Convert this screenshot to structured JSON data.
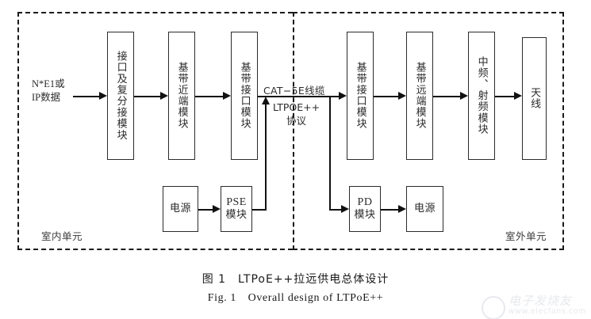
{
  "figure": {
    "caption_cn": "图 1　LTPoE++拉远供电总体设计",
    "caption_en": "Fig. 1　Overall design of LTPoE++"
  },
  "units": {
    "indoor": {
      "label": "室内单元"
    },
    "outdoor": {
      "label": "室外单元"
    }
  },
  "input": {
    "line1": "N*E1或",
    "line2": "IP数据"
  },
  "link": {
    "cable": "CAT−5E线缆",
    "protocol_line1": "LTPOE++",
    "protocol_line2": "协议"
  },
  "blocks": {
    "interface_mux": {
      "label": "接口及复分接模块"
    },
    "baseband_near": {
      "label": "基带近端模块"
    },
    "baseband_if_indoor": {
      "label": "基带接口模块"
    },
    "baseband_if_outdoor": {
      "label": "基带接口模块"
    },
    "baseband_far": {
      "label": "基带远端模块"
    },
    "if_rf": {
      "label": "中频、射频模块"
    },
    "antenna": {
      "label": "天线"
    },
    "power_indoor": {
      "label": "电源"
    },
    "pse": {
      "line1": "PSE",
      "line2": "模块"
    },
    "pd": {
      "line1": "PD",
      "line2": "模块"
    },
    "power_outdoor": {
      "label": "电源"
    }
  },
  "watermark": {
    "name": "电子发烧友",
    "url": "www.elecfans.com"
  }
}
